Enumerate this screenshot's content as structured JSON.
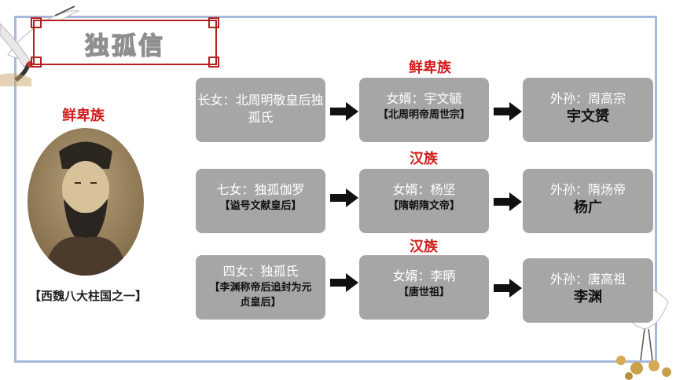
{
  "title": "独孤信",
  "ethnic_labels": {
    "left": "鲜卑族",
    "row1": "鲜卑族",
    "row2": "汉族",
    "row3": "汉族"
  },
  "portrait_caption": "【西魏八大柱国之一】",
  "rows": [
    {
      "daughter": {
        "main": "长女：北周明敬皇后独孤氏",
        "sub": ""
      },
      "husband": {
        "main": "女婿：宇文毓",
        "sub": "【北周明帝周世宗】"
      },
      "grandson": {
        "main": "外孙：周高宗",
        "name": "宇文赟"
      }
    },
    {
      "daughter": {
        "main": "七女：独孤伽罗",
        "sub": "【谥号文献皇后】"
      },
      "husband": {
        "main": "女婿：杨坚",
        "sub": "【隋朝隋文帝】"
      },
      "grandson": {
        "main": "外孙：隋炀帝",
        "name": "杨广"
      }
    },
    {
      "daughter": {
        "main": "四女：独孤氏",
        "sub": "【李渊称帝后追封为元贞皇后】"
      },
      "husband": {
        "main": "女婿：李昞",
        "sub": "【唐世祖】"
      },
      "grandson": {
        "main": "外孙：唐高祖",
        "name": "李渊"
      }
    }
  ],
  "colors": {
    "box": "#a6a6a6",
    "ethnic_red": "#d01d1d",
    "frame": "#a7b8da",
    "title_border": "#b21f1f"
  }
}
